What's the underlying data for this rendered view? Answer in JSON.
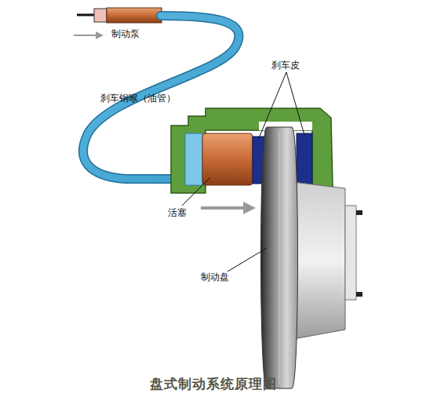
{
  "diagram": {
    "caption": "盘式制动系统原理图",
    "labels": [
      "制动泵",
      "刹车钢喉（油管）",
      "刹车皮",
      "活塞",
      "制动盘"
    ]
  }
}
